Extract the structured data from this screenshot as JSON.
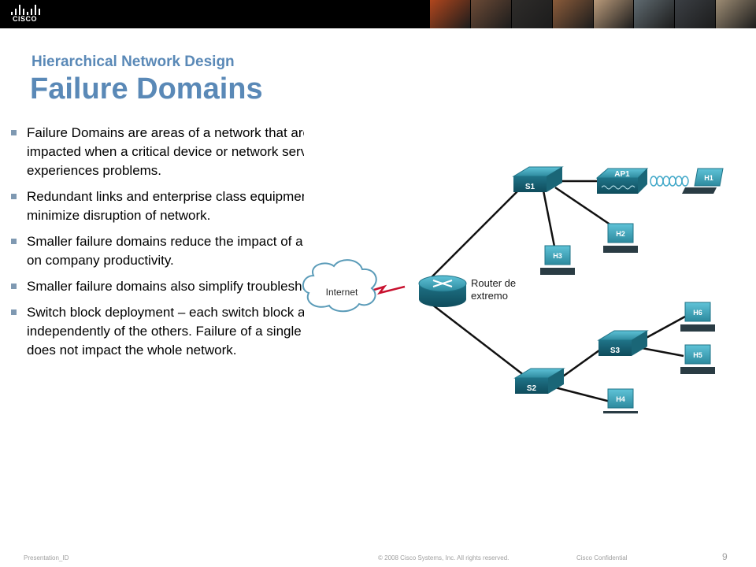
{
  "header": {
    "logo_text": "CISCO",
    "photo_colors": [
      "#b0461d",
      "#6b4a36",
      "#2e2c2a",
      "#8a5b3a",
      "#b99a7a",
      "#5f6a70",
      "#3b3f44",
      "#9c8b73"
    ]
  },
  "slide": {
    "subtitle": "Hierarchical Network Design",
    "title": "Failure Domains",
    "bullets": [
      "Failure Domains are areas of a network that are impacted when a critical device or network service experiences problems.",
      "Redundant links and enterprise class equipment minimize disruption of network.",
      "Smaller failure domains reduce the impact of a failure on company productivity.",
      "Smaller failure domains also simplify troubleshooting.",
      "Switch block deployment – each switch block acts independently of the others. Failure of a single device does not impact the whole network."
    ]
  },
  "diagram": {
    "cloud_label": "Internet",
    "router_label_line1": "Router de",
    "router_label_line2": "extremo",
    "switches": [
      "S1",
      "S2",
      "S3"
    ],
    "access_point": "AP1",
    "hosts": [
      "H1",
      "H2",
      "H3",
      "H4",
      "H5",
      "H6"
    ]
  },
  "footer": {
    "presentation_id": "Presentation_ID",
    "copyright": "© 2008 Cisco Systems, Inc. All rights reserved.",
    "confidential": "Cisco Confidential",
    "page_number": "9"
  },
  "colors": {
    "title_blue": "#5a89b7",
    "device_teal": "#2d8a9e",
    "bullet_gray": "#7f99b2"
  }
}
